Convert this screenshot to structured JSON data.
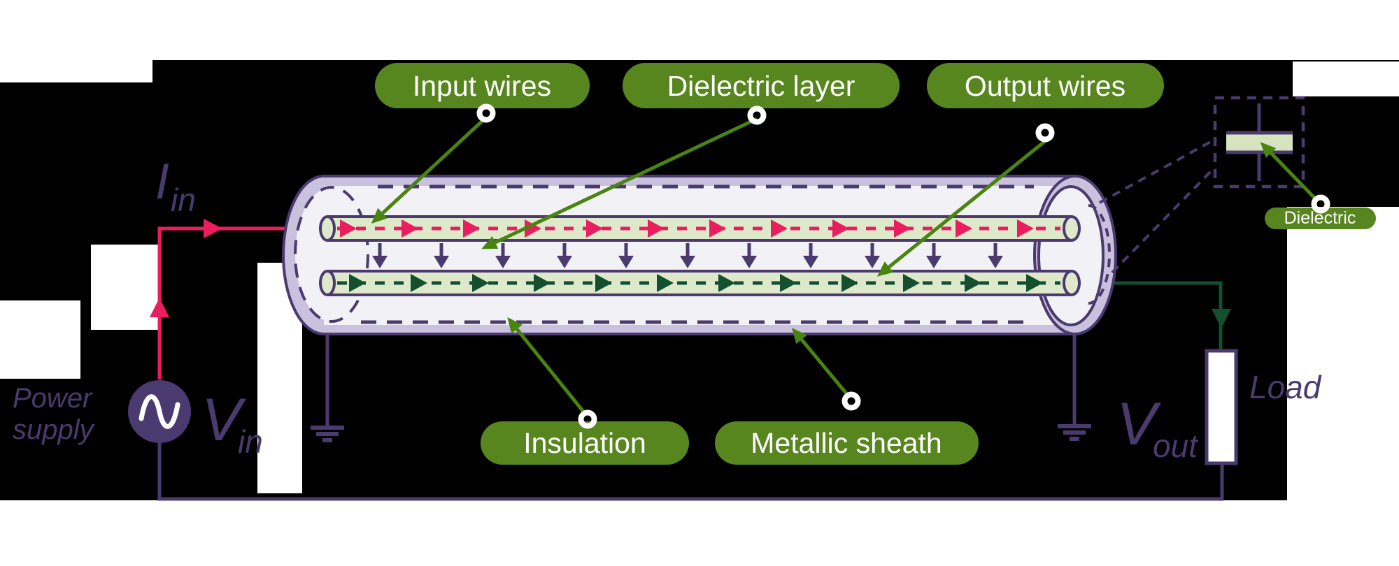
{
  "labels": {
    "input_wires": "Input wires",
    "dielectric_layer": "Dielectric layer",
    "output_wires": "Output wires",
    "insulation": "Insulation",
    "metallic_sheath": "Metallic sheath",
    "dielectric": "Dielectric"
  },
  "circuit": {
    "power_supply_line1": "Power",
    "power_supply_line2": "supply",
    "v_in_main": "V",
    "v_in_sub": "in",
    "i_in_main": "I",
    "i_in_sub": "in",
    "v_out_main": "V",
    "v_out_sub": "out",
    "load": "Load"
  },
  "field_arrows": {
    "input_current_arrow_count": 12,
    "output_current_arrow_count": 12,
    "field_down_arrow_count": 11
  },
  "colors": {
    "label_pill_green": "#57861e",
    "callout_line_green": "#4a8410",
    "input_current_red": "#ea1e5e",
    "output_current_dark_green": "#14502f",
    "outline_purple": "#4b3a6e",
    "sheath_lavender": "#c9c1dd",
    "insulation_gray": "#f2f1f5",
    "conductor_light_green": "#dee9cc",
    "background_white": "#ffffff"
  }
}
